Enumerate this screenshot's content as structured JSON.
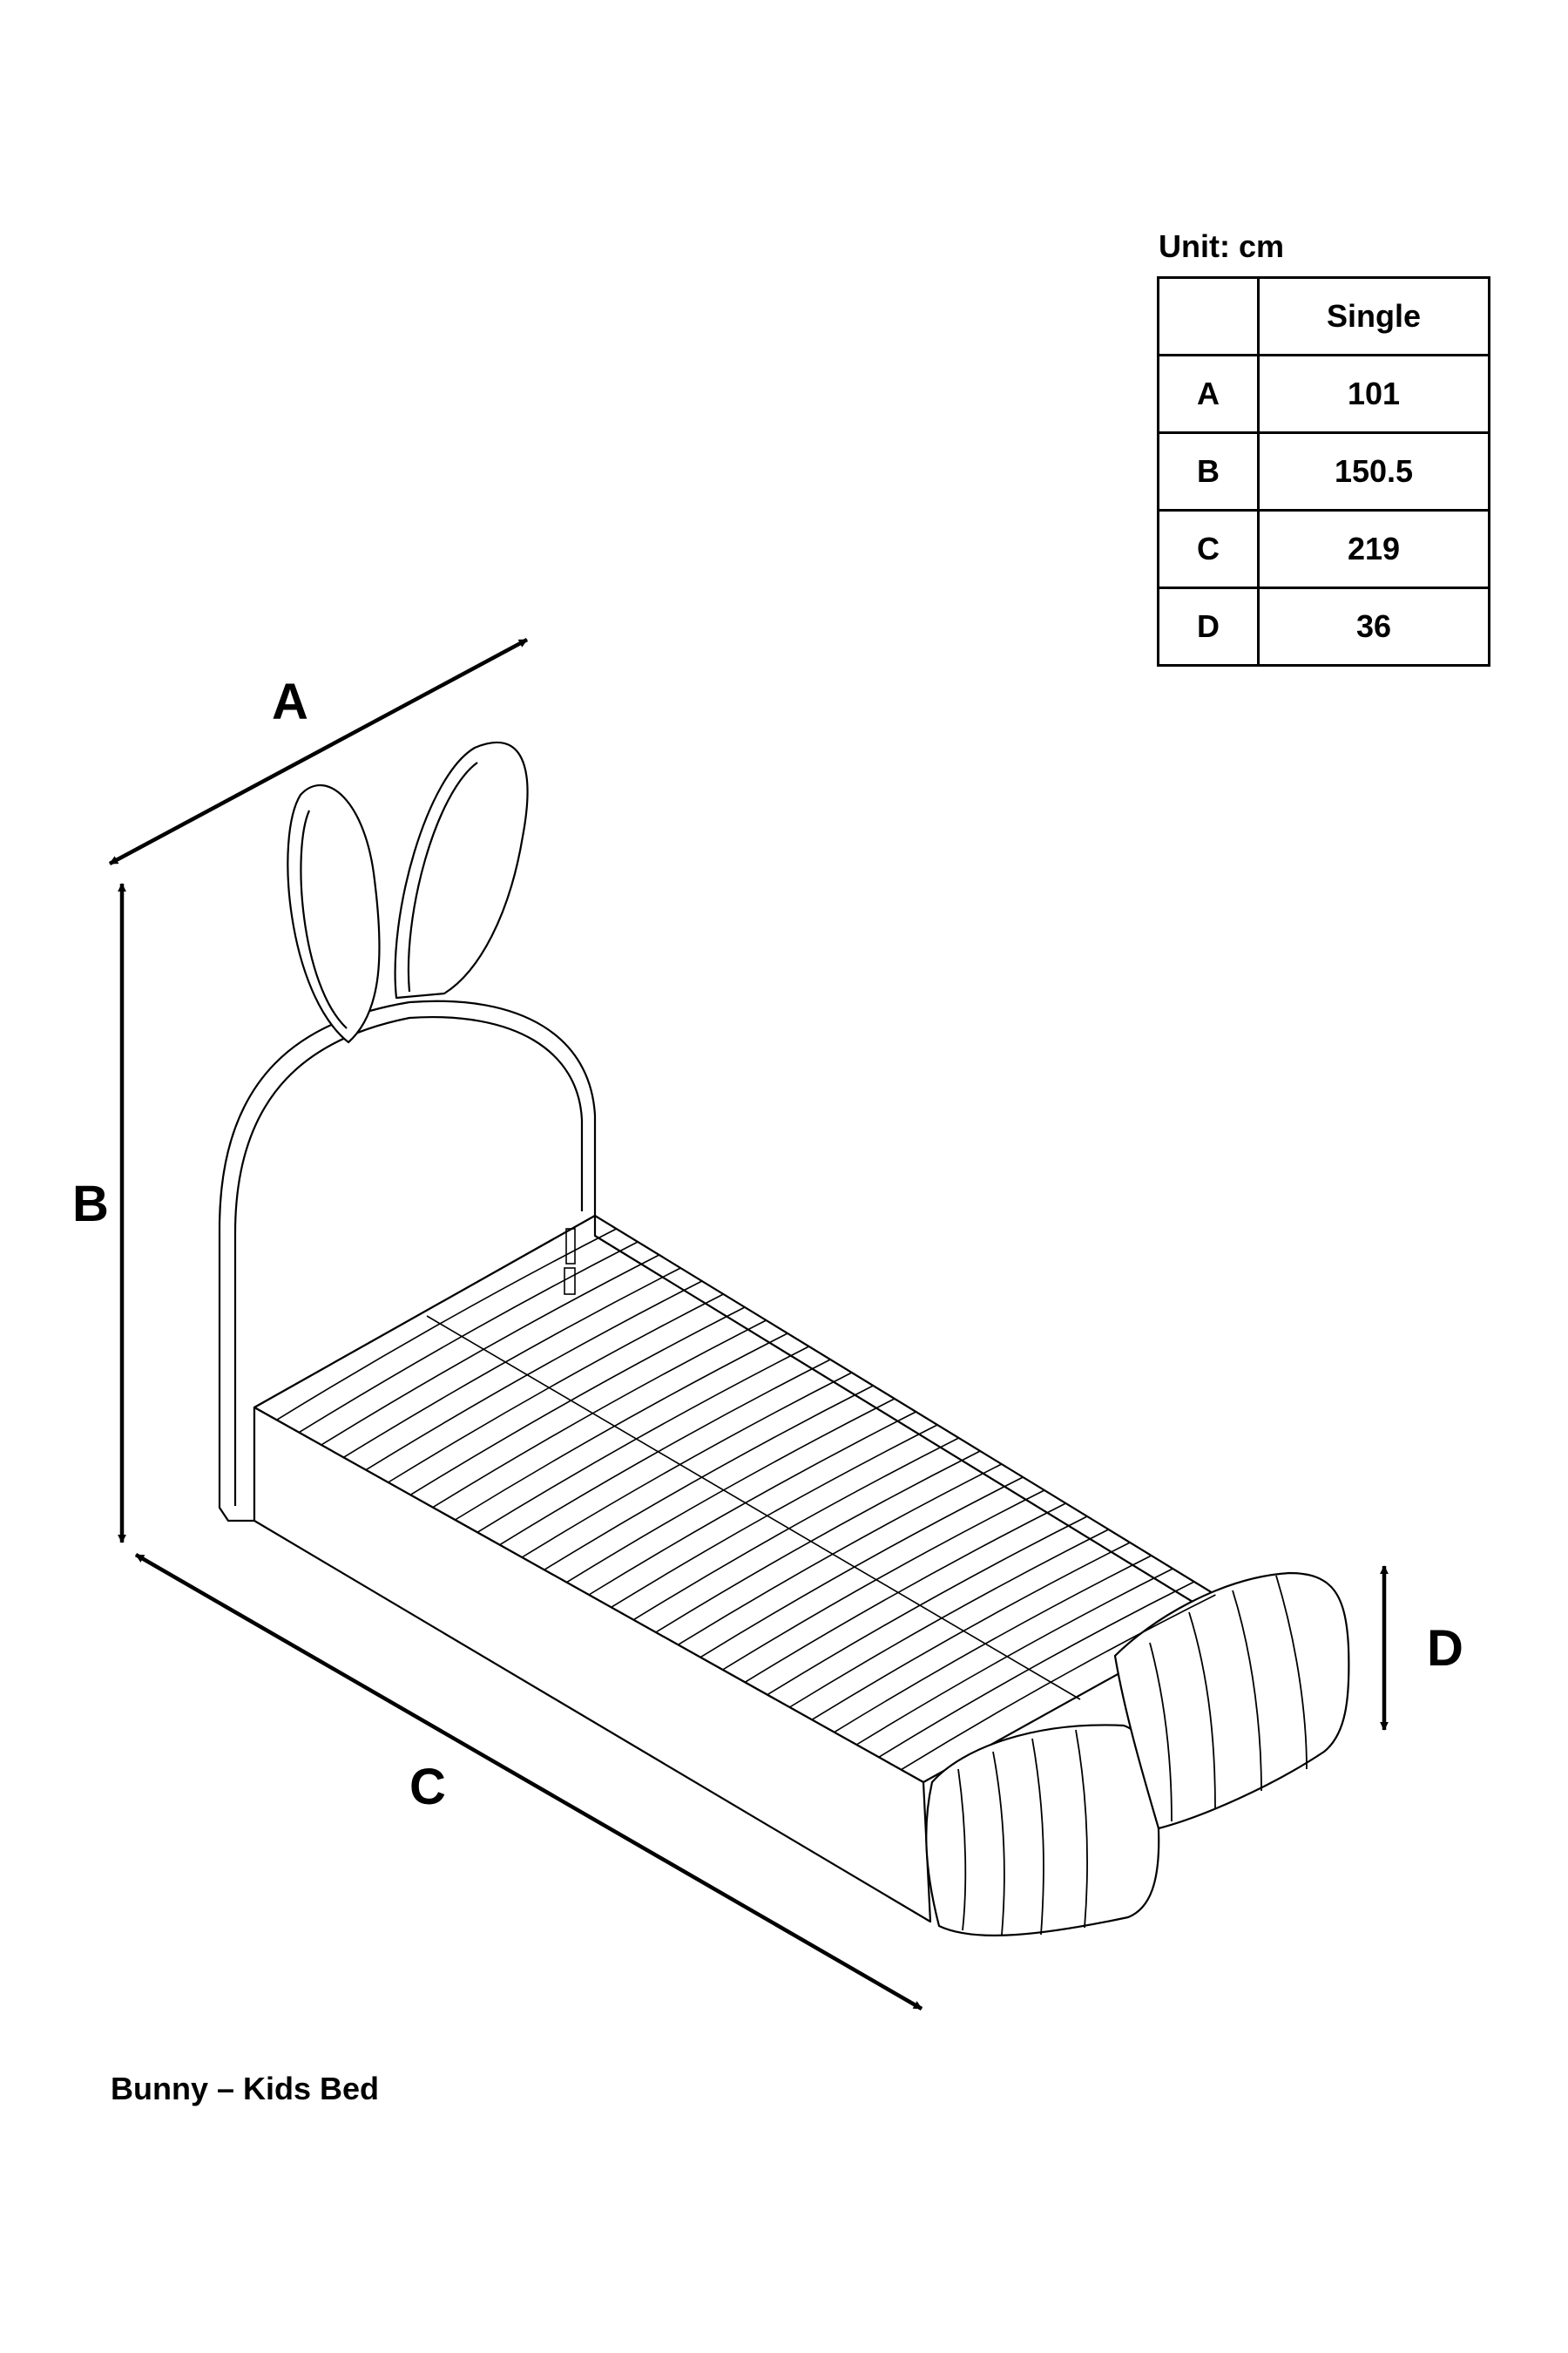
{
  "unit_label": "Unit: cm",
  "table": {
    "header": [
      "",
      "Single"
    ],
    "rows": [
      {
        "dim": "A",
        "value": "101"
      },
      {
        "dim": "B",
        "value": "150.5"
      },
      {
        "dim": "C",
        "value": "219"
      },
      {
        "dim": "D",
        "value": "36"
      }
    ]
  },
  "dimension_labels": {
    "a": "A",
    "b": "B",
    "c": "C",
    "d": "D"
  },
  "caption": "Bunny – Kids Bed"
}
